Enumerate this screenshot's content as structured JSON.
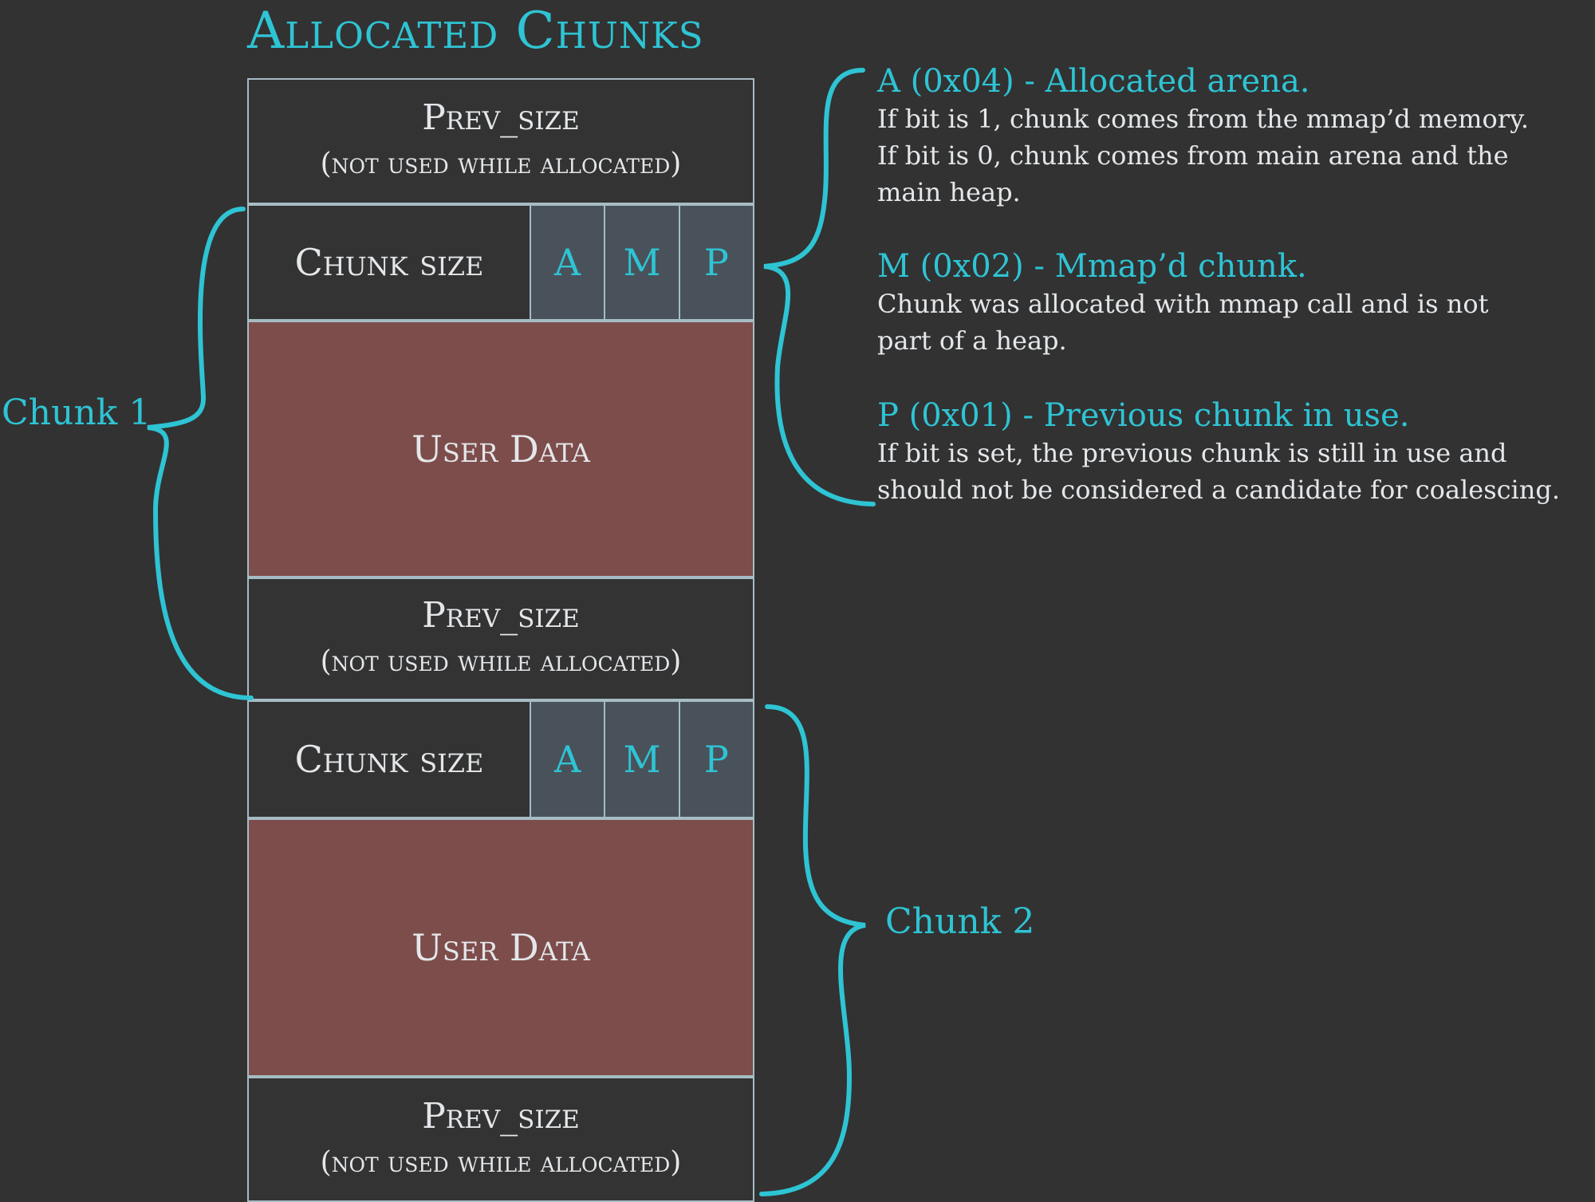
{
  "title": "Allocated Chunks",
  "colors": {
    "background": "#323232",
    "accent": "#2ec4d4",
    "user_data": "#7d4d4b",
    "flag_cell": "#49525a",
    "border": "#a6bcc4"
  },
  "blocks": {
    "prev_size_1": {
      "line1": "Prev_size",
      "line2": "(not used while allocated)"
    },
    "chunk_size_1": {
      "label": "Chunk size",
      "flags": [
        "A",
        "M",
        "P"
      ]
    },
    "user_data_1": {
      "label": "User Data"
    },
    "prev_size_2": {
      "line1": "Prev_size",
      "line2": "(not used while allocated)"
    },
    "chunk_size_2": {
      "label": "Chunk size",
      "flags": [
        "A",
        "M",
        "P"
      ]
    },
    "user_data_2": {
      "label": "User Data"
    },
    "prev_size_3": {
      "line1": "Prev_size",
      "line2": "(not used while allocated)"
    }
  },
  "chunk_labels": {
    "chunk1": "Chunk 1",
    "chunk2": "Chunk 2"
  },
  "flag_descriptions": [
    {
      "heading": "A (0x04) - Allocated arena.",
      "lines": [
        "If bit is 1, chunk comes from the mmap’d memory.",
        "If bit is 0, chunk comes from main arena and the",
        "main heap."
      ]
    },
    {
      "heading": "M (0x02) - Mmap’d chunk.",
      "lines": [
        "Chunk was allocated with mmap call and is not",
        "part of a heap."
      ]
    },
    {
      "heading": "P (0x01) - Previous chunk in use.",
      "lines": [
        "If bit is set, the previous chunk is still in use and",
        "should not be considered a candidate for coalescing."
      ]
    }
  ]
}
